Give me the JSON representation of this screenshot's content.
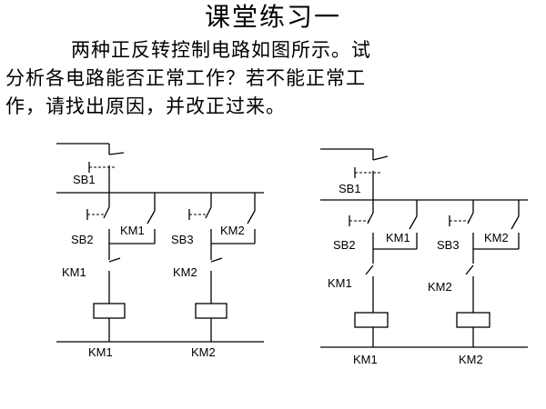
{
  "slide": {
    "title": "课堂练习一",
    "text_lines": [
      "两种正反转控制电路如图所示。试",
      "分析各电路能否正常工作？若不能正常工",
      "作，请找出原因，并改正过来。"
    ]
  },
  "diagram_left": {
    "labels": {
      "sb1": "SB1",
      "sb2": "SB2",
      "sb3": "SB3",
      "km1_hold": "KM1",
      "km2_hold": "KM2",
      "km1_interlock": "KM1",
      "km2_interlock": "KM2",
      "coil1": "KM1",
      "coil2": "KM2"
    }
  },
  "diagram_right": {
    "labels": {
      "sb1": "SB1",
      "sb2": "SB2",
      "sb3": "SB3",
      "km1_hold": "KM1",
      "km2_hold": "KM2",
      "km1_interlock": "KM1",
      "km2_interlock": "KM2",
      "coil1": "KM1",
      "coil2": "KM2"
    }
  }
}
